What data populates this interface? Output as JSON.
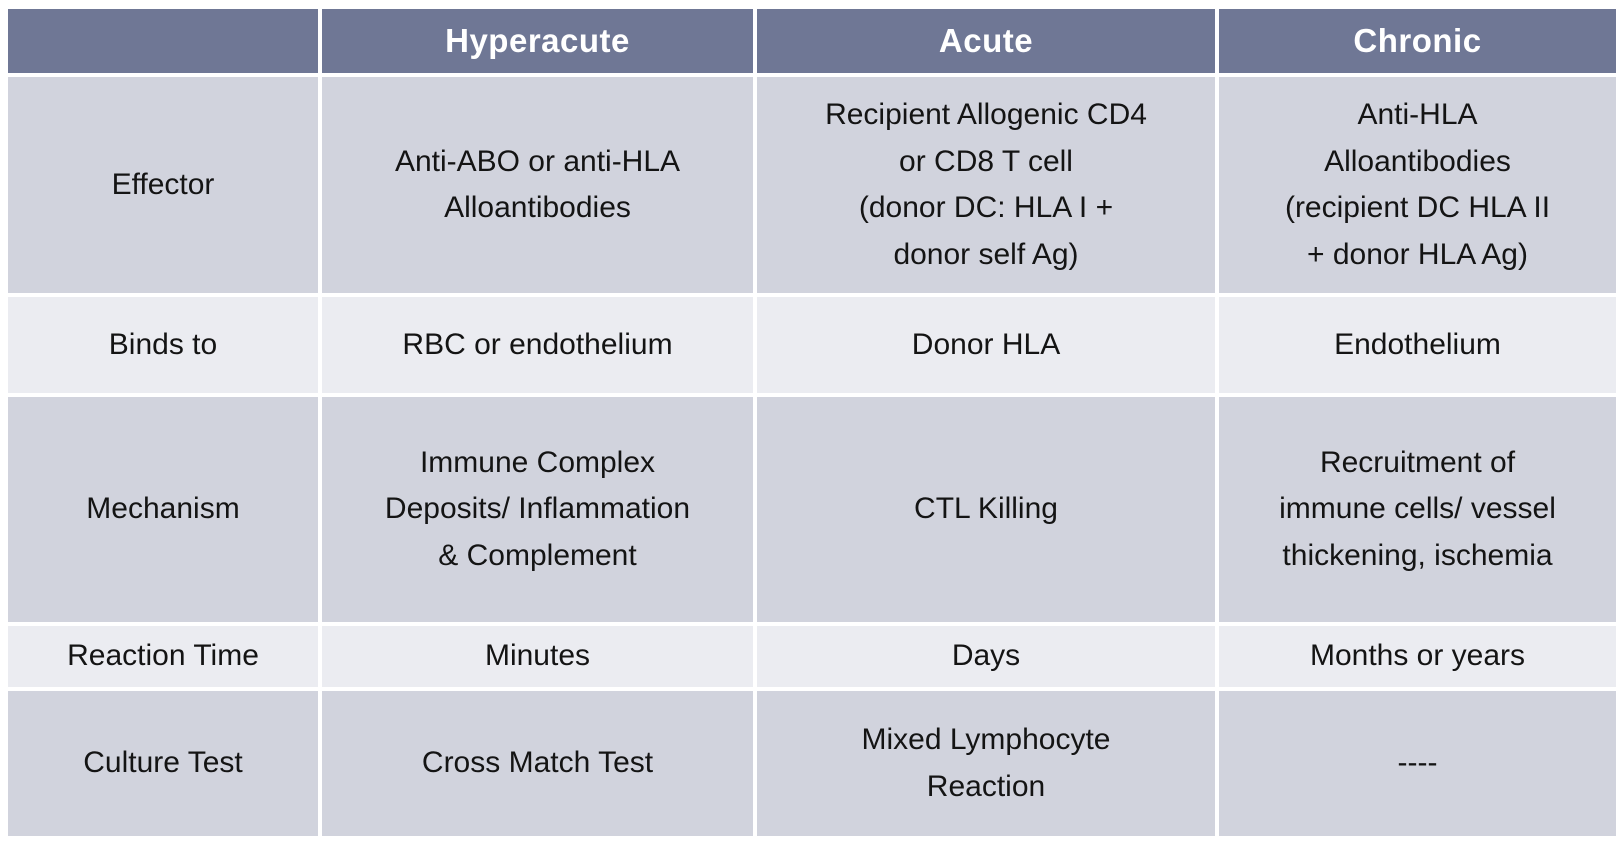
{
  "page": {
    "background": "#ffffff"
  },
  "table": {
    "colors": {
      "header_bg": "#6f7795",
      "header_text": "#ffffff",
      "row_dark": "#d1d3dd",
      "row_light": "#ebecf1",
      "body_text": "#141414",
      "grid": "#ffffff"
    },
    "header": {
      "columns": [
        "",
        "Hyperacute",
        "Acute",
        "Chronic"
      ]
    },
    "rows": [
      {
        "label": "Effector",
        "shade": "dark",
        "cells": [
          "Anti-ABO or anti-HLA\nAlloantibodies",
          "Recipient Allogenic CD4\nor CD8 T cell\n(donor DC:  HLA I +\ndonor self Ag)",
          "Anti-HLA\nAlloantibodies\n(recipient DC HLA II\n+ donor HLA Ag)"
        ]
      },
      {
        "label": "Binds to",
        "shade": "light",
        "cells": [
          "RBC or endothelium",
          "Donor HLA",
          "Endothelium"
        ]
      },
      {
        "label": "Mechanism",
        "shade": "dark",
        "cells": [
          "Immune Complex\nDeposits/ Inflammation\n& Complement",
          "CTL Killing",
          "Recruitment of\nimmune cells/ vessel\nthickening, ischemia"
        ]
      },
      {
        "label": "Reaction Time",
        "shade": "light",
        "cells": [
          "Minutes",
          "Days",
          "Months or years"
        ]
      },
      {
        "label": "Culture Test",
        "shade": "dark",
        "cells": [
          "Cross Match Test",
          "Mixed Lymphocyte\nReaction",
          "----"
        ]
      }
    ]
  }
}
